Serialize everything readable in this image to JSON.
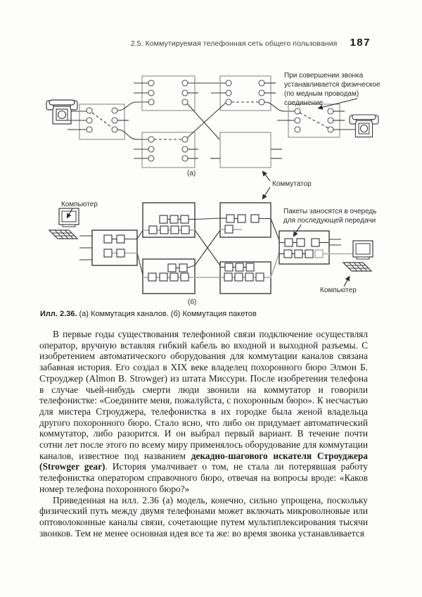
{
  "header": {
    "section_title": "2.5. Коммутируемая телефонная сеть общего пользования",
    "page_number": "187"
  },
  "figure": {
    "circuit_note_lines": [
      "При совершении звонка",
      "устанавливается физическое",
      "(по медным проводам)",
      "соединение"
    ],
    "switch_label": "Коммутатор",
    "computer_left_label": "Компьютер",
    "computer_right_label": "Компьютер",
    "packet_note_lines": [
      "Пакеты заносятся в очередь",
      "для последующей передачи"
    ],
    "part_a_label": "(а)",
    "part_b_label": "(б)"
  },
  "caption": {
    "figure_label": "Илл. 2.36.",
    "figure_text": "(а) Коммутация каналов. (б) Коммутация пакетов"
  },
  "body": {
    "paragraph1_before_bold": "В первые годы существования телефонной связи подключение осуществлял оператор, вручную вставляя гибкий кабель во входной и выходной разъемы. С изобретением автоматического оборудования для коммутации каналов связана забавная история. Его создал в XIX веке владелец похоронного бюро Элмон Б. Строуджер (Almon B. Strowger) из штата Миссури. После изобретения телефона в случае чьей-нибудь смерти люди звонили на коммутатор и говорили телефонистке: «Соедините меня, пожалуйста, с похоронным бюро». К несчастью для мистера Строуджера, телефонистка в их городке была женой владельца другого похоронного бюро. Стало ясно, что либо он придумает автоматический коммутатор, либо разорится. И он выбрал первый вариант. В течение почти сотни лет после этого по всему миру применялось оборудование для коммутации каналов, известное под названием ",
    "paragraph1_bold": "декадно-шагового искателя Строуджера (Strowger gear)",
    "paragraph1_after_bold": ". История умалчивает о том, не стала ли потерявшая работу телефонистка оператором справочного бюро, отвечая на вопросы вроде: «Каков номер телефона похоронного бюро?»",
    "paragraph2": "Приведенная на илл. 2.36 (а) модель, конечно, сильно упрощена, поскольку физический путь между двумя телефонами может включать микроволновые или оптоволоконные каналы связи, сочетающие путем мультиплексирования тысячи звонков. Тем не менее основная идея все та же: во время звонка устанавливается"
  },
  "colors": {
    "page_background": "#fdfdfc",
    "text": "#1d1d1d",
    "diagram_line": "#3a3a3a",
    "packet_path_gray": "#b3b3b3"
  }
}
